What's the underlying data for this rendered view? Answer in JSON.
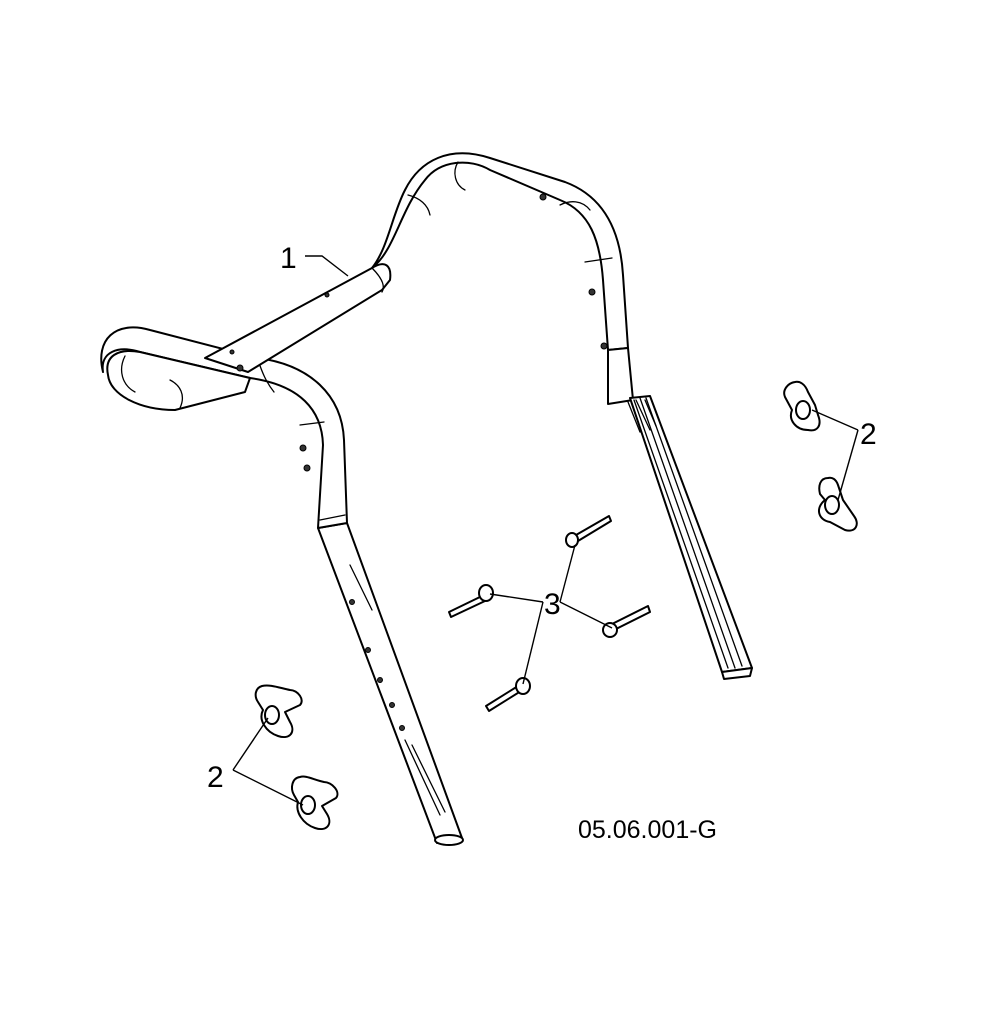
{
  "diagram": {
    "drawing_code": "05.06.001-G",
    "callouts": [
      {
        "id": "handle",
        "label": "1"
      },
      {
        "id": "knob_right",
        "label": "2"
      },
      {
        "id": "knob_left",
        "label": "2"
      },
      {
        "id": "bolt",
        "label": "3"
      }
    ]
  }
}
